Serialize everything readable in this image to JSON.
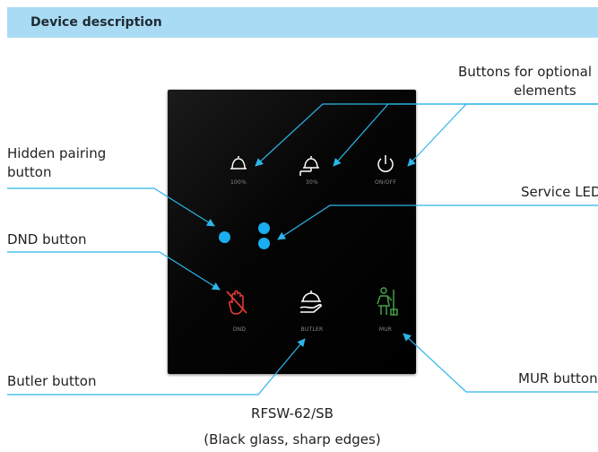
{
  "header": {
    "title": "Device description"
  },
  "callouts": {
    "optional": "Buttons for optional\nelements",
    "pairing": "Hidden pairing\nbutton",
    "service_led": "Service LED",
    "dnd": "DND button",
    "butler": "Butler button",
    "mur": "MUR button"
  },
  "device": {
    "buttons": {
      "b100": "100%",
      "b30": "30%",
      "onoff": "ON/OFF",
      "dnd": "DND",
      "butler": "BUTLER",
      "mur": "MUR"
    },
    "colors": {
      "led": "#1aaef0",
      "dnd": "#e53935",
      "mur": "#43a047",
      "icon": "#ffffff",
      "line": "#2cb5e8"
    }
  },
  "caption": {
    "model": "RFSW-62/SB",
    "note": "(Black glass, sharp edges)"
  }
}
